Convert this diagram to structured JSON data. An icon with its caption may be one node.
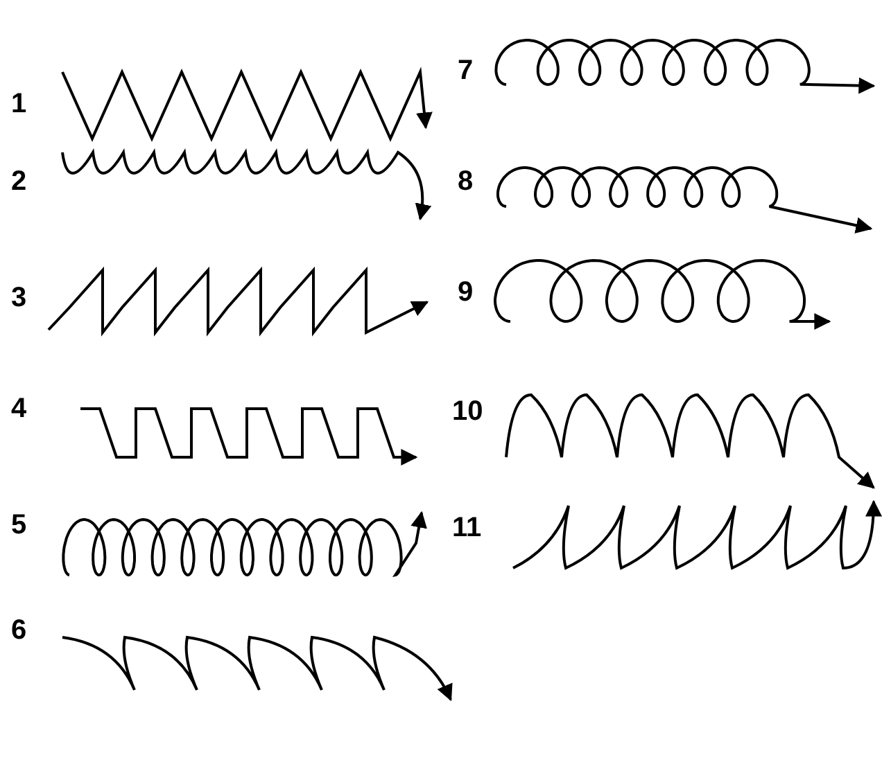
{
  "diagram": {
    "labels": [
      "1",
      "7",
      "2",
      "8",
      "3",
      "9",
      "4",
      "10",
      "5",
      "11",
      "6"
    ]
  }
}
